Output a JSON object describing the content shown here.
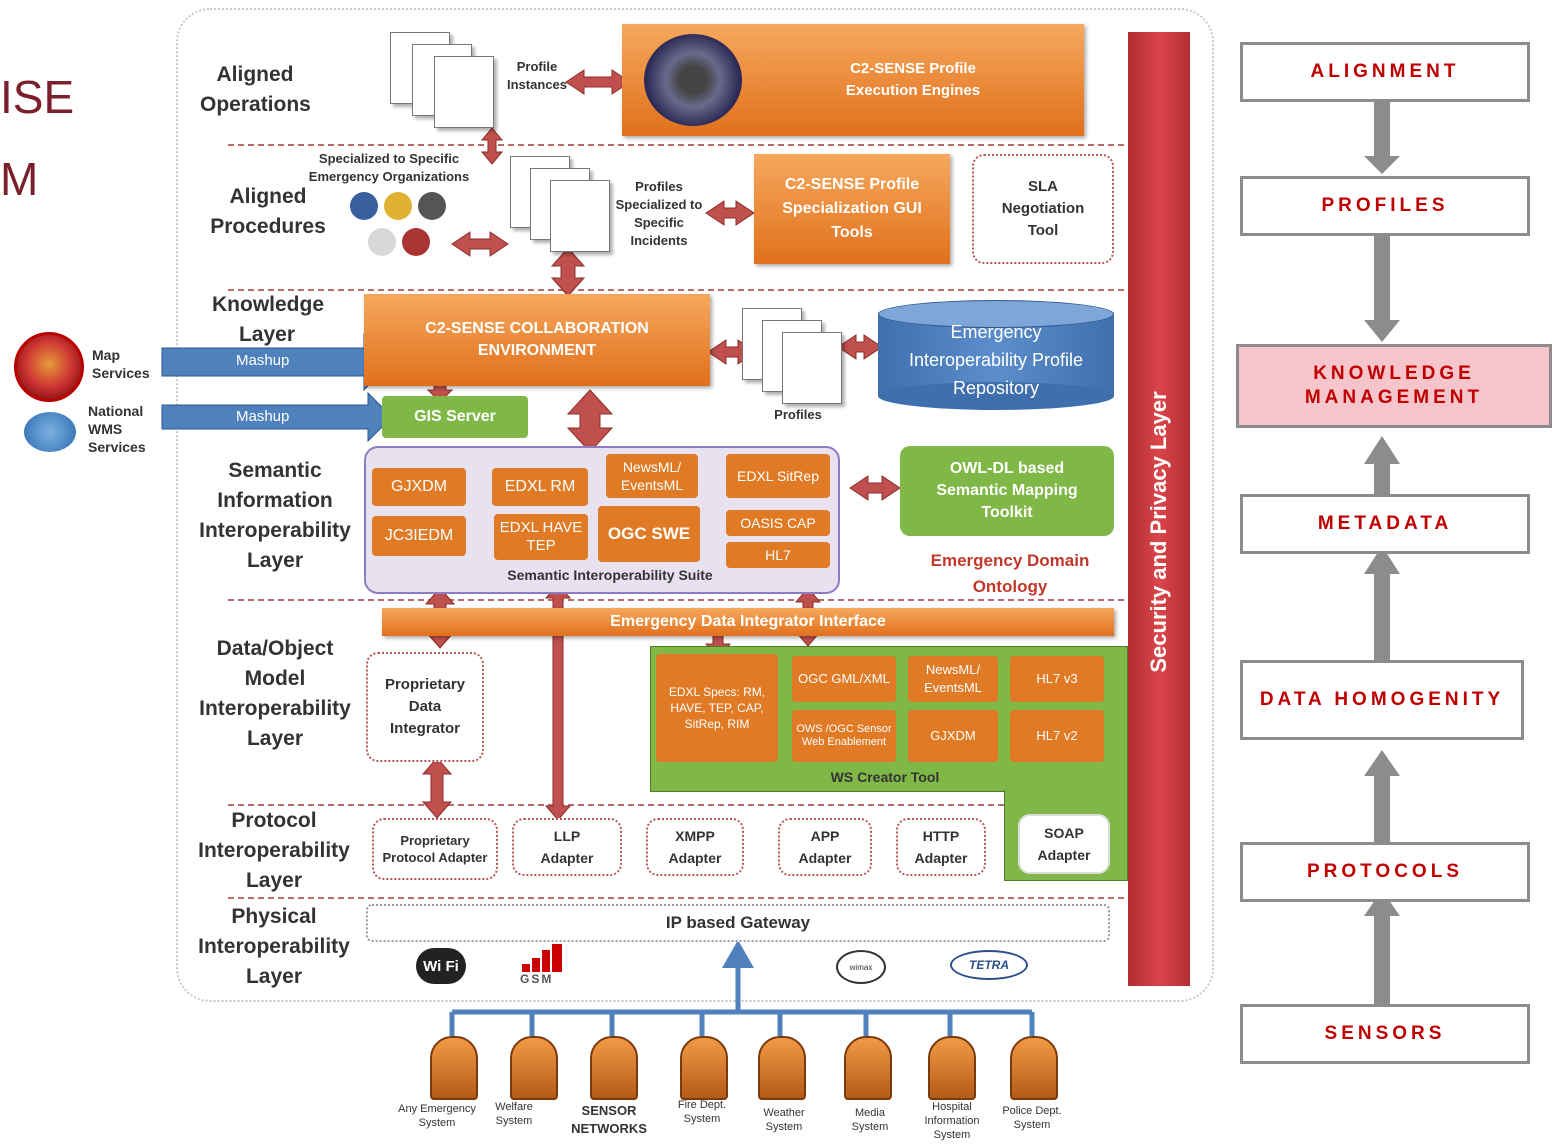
{
  "title_fragment": [
    "ISE",
    "M"
  ],
  "layers": {
    "aligned_operations": "Aligned Operations",
    "aligned_procedures": "Aligned Procedures",
    "knowledge": "Knowledge Layer",
    "semantic": "Semantic Information Interoperability Layer",
    "data_object": "Data/Object Model Interoperability Layer",
    "protocol": "Protocol Interoperability Layer",
    "physical": "Physical Interoperability Layer"
  },
  "ops": {
    "profile_instances": "Profile Instances",
    "execution_engines": "C2-SENSE Profile Execution Engines"
  },
  "procs": {
    "specialized_orgs": "Specialized to Specific Emergency Organizations",
    "profiles_incidents": "Profiles Specialized to Specific Incidents",
    "gui_tools": "C2-SENSE Profile Specialization GUI Tools",
    "sla": "SLA Negotiation Tool"
  },
  "knowledge": {
    "collab_env": "C2-SENSE COLLABORATION ENVIRONMENT",
    "repository": "Emergency Interoperability Profile Repository",
    "profiles": "Profiles",
    "gis_server": "GIS Server",
    "mashup1": "Mashup",
    "mashup2": "Mashup",
    "map_services": "Map Services",
    "wms_services": "National WMS Services"
  },
  "semantic": {
    "items": [
      "GJXDM",
      "EDXL RM",
      "NewsML/ EventsML",
      "EDXL SitRep",
      "JC3IEDM",
      "EDXL HAVE TEP",
      "OGC SWE",
      "OASIS CAP",
      "HL7"
    ],
    "suite_label": "Semantic Interoperability Suite",
    "owl_toolkit": "OWL-DL based Semantic Mapping Toolkit",
    "domain_ontology": "Emergency Domain Ontology"
  },
  "data_layer": {
    "integrator_interface": "Emergency Data Integrator Interface",
    "proprietary_integrator": "Proprietary Data Integrator",
    "items": [
      "EDXL Specs: RM, HAVE, TEP, CAP, SitRep, RIM",
      "OGC GML/XML",
      "NewsML/ EventsML",
      "HL7 v3",
      "OWS /OGC Sensor Web Enablement",
      "GJXDM",
      "HL7 v2"
    ],
    "ws_creator": "WS Creator Tool"
  },
  "protocol": {
    "adapters": [
      "Proprietary Protocol Adapter",
      "LLP Adapter",
      "XMPP Adapter",
      "APP Adapter",
      "HTTP Adapter",
      "SOAP Adapter"
    ]
  },
  "physical": {
    "gateway": "IP based Gateway",
    "wifi": "Wi Fi",
    "gsm": "GSM",
    "wimax": "wimax",
    "tetra": "TETRA"
  },
  "security_layer": "Security and Privacy Layer",
  "systems": [
    "Any Emergency System",
    "Welfare System",
    "SENSOR NETWORKS",
    "Fire Dept. System",
    "Weather System",
    "Media System",
    "Hospital Information System",
    "Police Dept. System"
  ],
  "stack": [
    "ALIGNMENT",
    "PROFILES",
    "KNOWLEDGE MANAGEMENT",
    "METADATA",
    "DATA HOMOGENITY",
    "PROTOCOLS",
    "SENSORS"
  ],
  "colors": {
    "orange": "#e0701c",
    "green": "#7fb847",
    "red_arrow": "#c0504d",
    "blue": "#4f81bd",
    "security": "#c8353b",
    "title": "#7a1f2b",
    "stack_text": "#c00000",
    "highlight": "#f6c5cc"
  }
}
